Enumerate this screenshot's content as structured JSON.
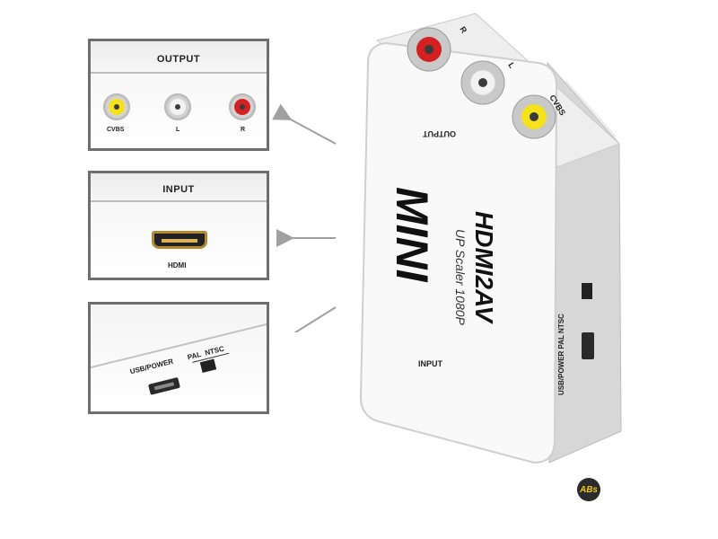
{
  "panels": {
    "output": {
      "title": "OUTPUT",
      "ports": [
        "CVBS",
        "L",
        "R"
      ]
    },
    "input": {
      "title": "INPUT",
      "port": "HDMI"
    },
    "side": {
      "usb_label": "USB/POWER",
      "pal_label": "PAL",
      "ntsc_label": "NTSC"
    }
  },
  "device": {
    "brand": "MINI",
    "model": "HDMI2AV",
    "subtitle": "UP Scaler 1080P",
    "output_label": "OUTPUT",
    "input_label": "INPUT",
    "rca_labels": [
      "R",
      "L",
      "CVBS"
    ],
    "side_label": "USB/POWER PAL NTSC"
  },
  "logo": {
    "text": "ABs"
  },
  "colors": {
    "rca_red": "#d42020",
    "rca_white": "#f2f2f2",
    "rca_yellow": "#f5e21b",
    "frame": "#6e6e6e"
  }
}
